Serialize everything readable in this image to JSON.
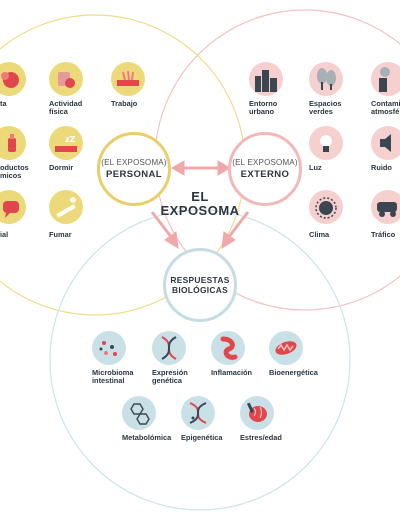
{
  "title": "EL\nEXPOSOMA",
  "personal": {
    "small": "(EL EXPOSOMA)",
    "big": "PERSONAL"
  },
  "externo": {
    "small": "(EL EXPOSOMA)",
    "big": "EXTERNO"
  },
  "respuestas": {
    "label": "RESPUESTAS\nBIOLÓGICAS"
  },
  "personal_items": [
    {
      "label": "ta"
    },
    {
      "label": "Actividad\nfísica"
    },
    {
      "label": "Trabajo"
    },
    {
      "label": "oductos\nmicos"
    },
    {
      "label": "Dormir"
    },
    {
      "label": "ial"
    },
    {
      "label": "Fumar"
    }
  ],
  "externo_items": [
    {
      "label": "Entorno\nurbano"
    },
    {
      "label": "Espacios\nverdes"
    },
    {
      "label": "Contami\natmosfé"
    },
    {
      "label": "Luz"
    },
    {
      "label": "Ruido"
    },
    {
      "label": "Clima"
    },
    {
      "label": "Tráfico"
    }
  ],
  "bio_items": [
    {
      "label": "Microbioma\nintestinal"
    },
    {
      "label": "Expresión\ngenética"
    },
    {
      "label": "Inflamación"
    },
    {
      "label": "Bioenergética"
    },
    {
      "label": "Metabolómica"
    },
    {
      "label": "Epigenética"
    },
    {
      "label": "Estres/edad"
    }
  ],
  "colors": {
    "personal": "#e8cf6a",
    "personal_icon_bg": "#ecd97a",
    "externo": "#f2b8b8",
    "externo_icon_bg": "#f6cfcf",
    "bio": "#c4dde3",
    "bio_icon_bg": "#c9e1e6",
    "accent_red": "#e0464b",
    "arrow": "#f0a9a9"
  }
}
